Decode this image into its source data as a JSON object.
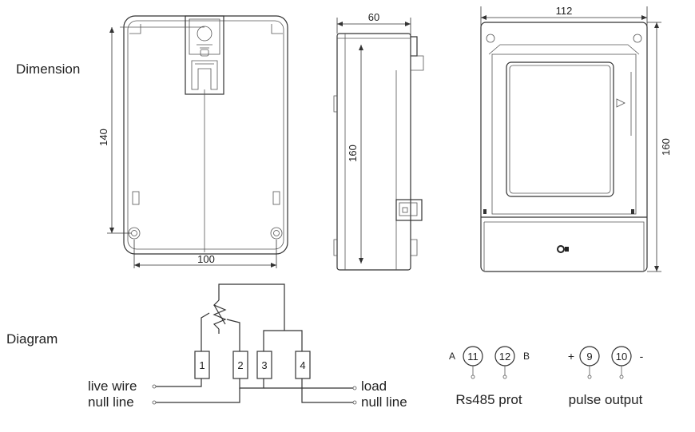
{
  "sections": {
    "dimension_label": "Dimension",
    "diagram_label": "Diagram"
  },
  "dimensions": {
    "front_height": "140",
    "front_width": "100",
    "side_depth": "60",
    "side_height": "160",
    "back_width": "112",
    "back_height": "160"
  },
  "terminals": {
    "t1": "1",
    "t2": "2",
    "t3": "3",
    "t4": "4"
  },
  "wiring_labels": {
    "live_wire": "live wire",
    "null_line_left": "null line",
    "load": "load",
    "null_line_right": "null line"
  },
  "rs485": {
    "a_label": "A",
    "b_label": "B",
    "terminal_a": "11",
    "terminal_b": "12",
    "caption": "Rs485 prot"
  },
  "pulse": {
    "plus_label": "+",
    "minus_label": "-",
    "terminal_plus": "9",
    "terminal_minus": "10",
    "caption": "pulse output"
  },
  "colors": {
    "line": "#333333",
    "background": "#ffffff"
  }
}
